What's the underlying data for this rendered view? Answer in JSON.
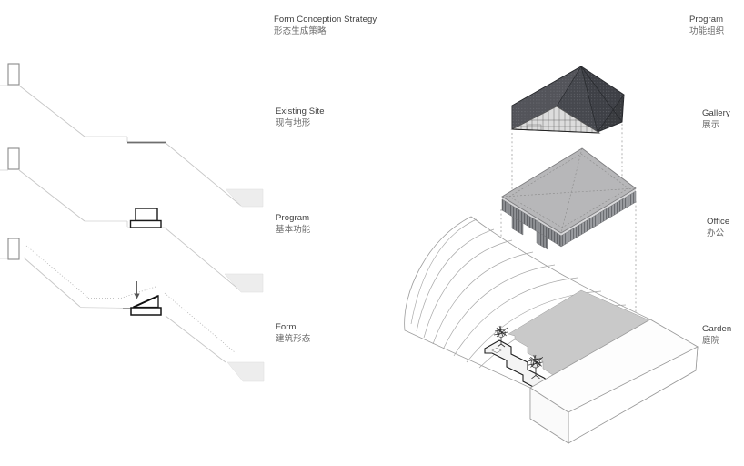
{
  "left_panel": {
    "title": "Form Conception Strategy",
    "title_zh": "形态生成策略",
    "steps": [
      {
        "label": "Existing Site",
        "label_zh": "现有地形"
      },
      {
        "label": "Program",
        "label_zh": "基本功能"
      },
      {
        "label": "Form",
        "label_zh": "建筑形态"
      }
    ]
  },
  "right_panel": {
    "title": "Program",
    "title_zh": "功能组织",
    "layers": [
      {
        "label": "Gallery",
        "label_zh": "展示"
      },
      {
        "label": "Office",
        "label_zh": "办公"
      },
      {
        "label": "Garden",
        "label_zh": "庭院"
      }
    ]
  },
  "colors": {
    "background": "#ffffff",
    "text_primary": "#3d3d3d",
    "text_secondary": "#6a6a6a",
    "roof_dark": "#46484e",
    "slab_gray": "#b7b7b9",
    "louver_gray": "#8e9094",
    "lawn_gray": "#c9c9c9",
    "terrain_line": "#c6c6c6",
    "shaded_ground": "#ededed"
  }
}
